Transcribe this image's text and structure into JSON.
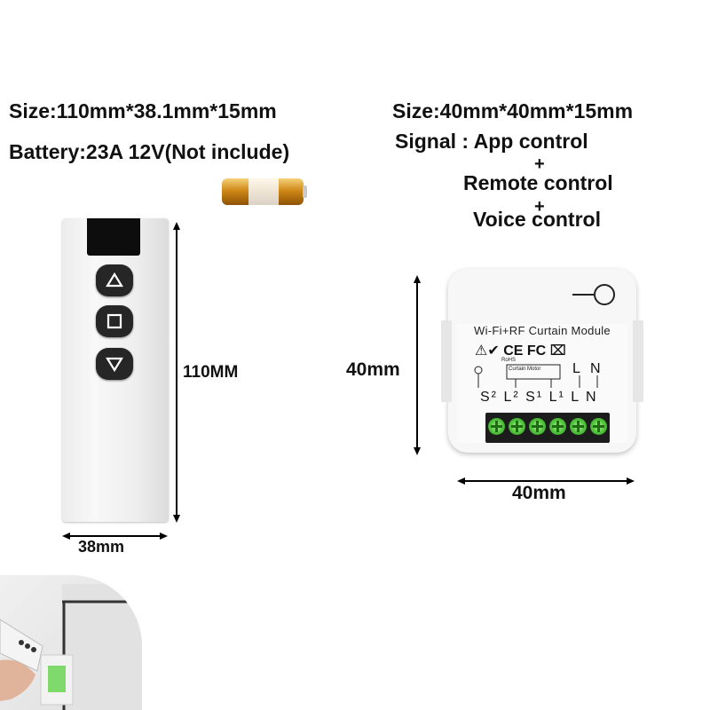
{
  "remote": {
    "size": "Size:110mm*38.1mm*15mm",
    "battery": "Battery:23A 12V(Not include)",
    "height_dim": "110MM",
    "width_dim": "38mm"
  },
  "module": {
    "size": "Size:40mm*40mm*15mm",
    "signal": "Signal : App control",
    "plus": "+",
    "remote_control": "Remote control",
    "voice_control": "Voice control",
    "height_dim": "40mm",
    "width_dim": "40mm",
    "label_title": "Wi-Fi+RF Curtain Module",
    "cert_marks": "⚠✔ CE FC ⌧",
    "rohs": "RoHS",
    "curtain_motor": "Curtain Motor",
    "terminal_labels": "S² L² S¹ L¹ L N",
    "top_L": "L",
    "top_N": "N"
  },
  "colors": {
    "background": "#ffffff",
    "text": "#111111",
    "terminal_screw": "#4fc23a",
    "remote_button": "#262626"
  }
}
